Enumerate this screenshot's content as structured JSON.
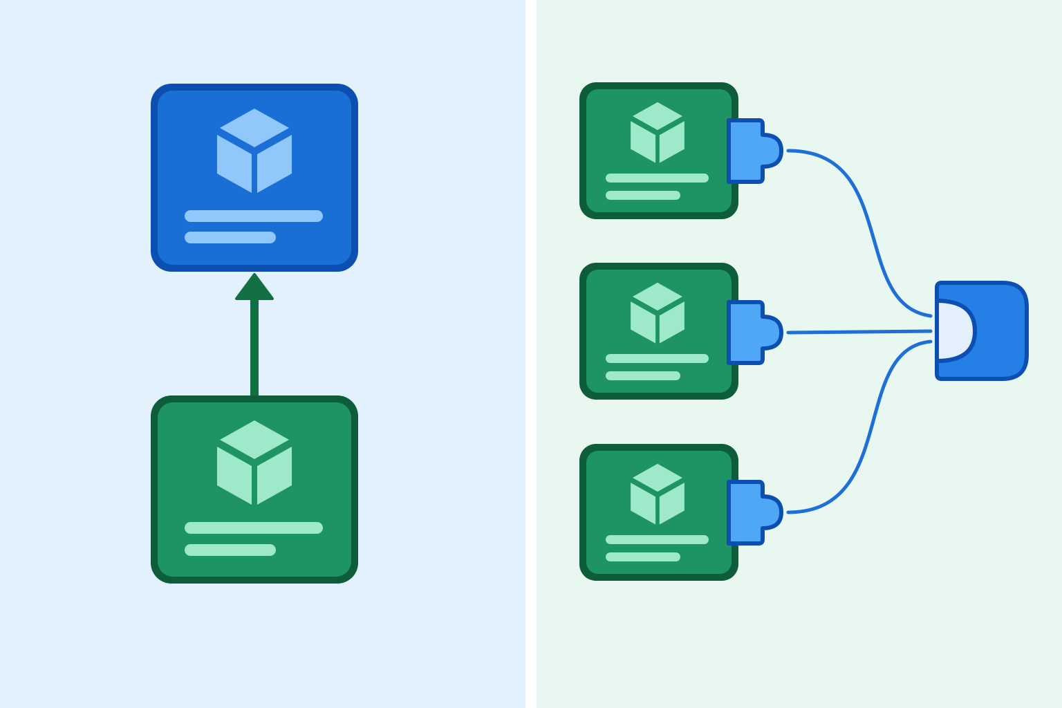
{
  "panels": {
    "left": {
      "name": "inheritance-panel",
      "background": "#e3f1fc"
    },
    "right": {
      "name": "composition-panel",
      "background": "#e8f8f0"
    },
    "divider": "#ffffff"
  },
  "colors": {
    "blue_fill": "#1a6fd6",
    "blue_border": "#0d4fb0",
    "blue_light": "#90c8fb",
    "green_fill": "#1e9364",
    "green_border": "#0d5c3a",
    "green_light": "#9de9c9",
    "connector_fill": "#4ea7f7",
    "wire": "#1f6fd8",
    "arrow": "#127042",
    "socket_fill": "#2480e6",
    "socket_mouth": "#e3f0fb"
  },
  "icons": {
    "block": "cube-icon",
    "plug": "puzzle-connector-icon",
    "socket": "socket-icon"
  },
  "left_diagram": {
    "parent": {
      "type": "blue-block"
    },
    "child": {
      "type": "green-block"
    },
    "relation": "arrow-up"
  },
  "right_diagram": {
    "components": [
      {
        "type": "green-block"
      },
      {
        "type": "green-block"
      },
      {
        "type": "green-block"
      }
    ],
    "target": {
      "type": "blue-socket"
    },
    "relation": "wires"
  }
}
